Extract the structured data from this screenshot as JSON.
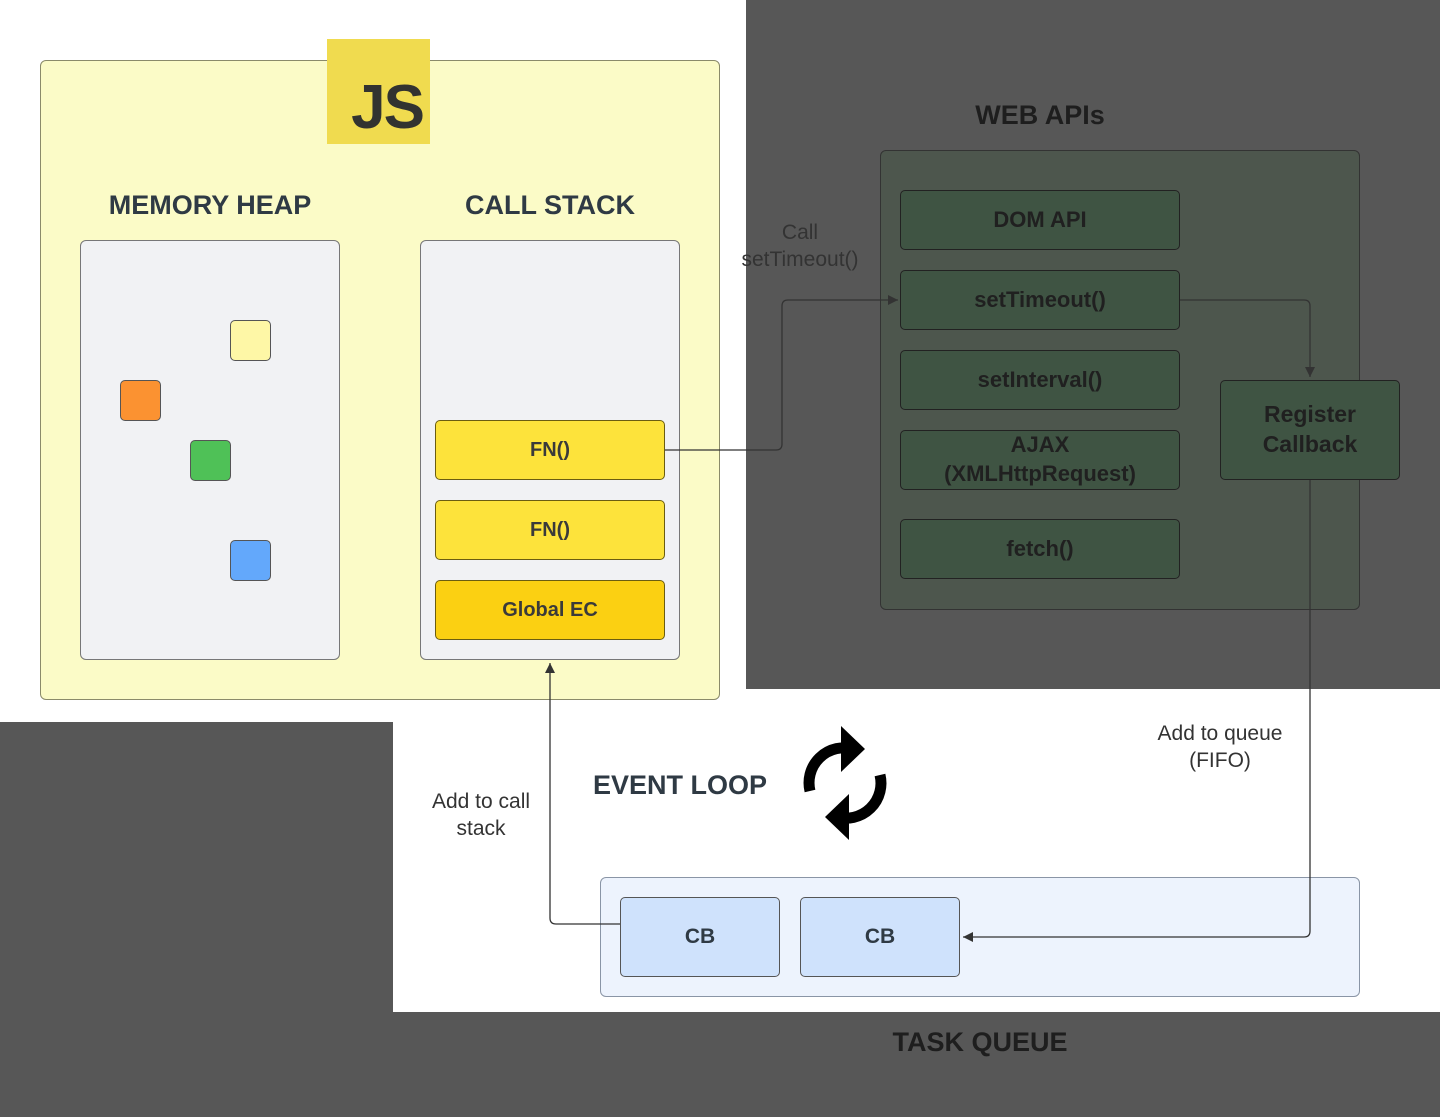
{
  "js_logo": {
    "text": "JS",
    "color": "#f0db4f"
  },
  "memory_heap": {
    "title": "MEMORY HEAP",
    "blocks": [
      {
        "name": "yellow-block",
        "color": "#fef7a6"
      },
      {
        "name": "orange-block",
        "color": "#fb9231"
      },
      {
        "name": "green-block",
        "color": "#4fc157"
      },
      {
        "name": "blue-block",
        "color": "#63a8fb"
      }
    ]
  },
  "call_stack": {
    "title": "CALL STACK",
    "frames": [
      "FN()",
      "FN()",
      "Global EC"
    ],
    "frame_colors": [
      "#fde33b",
      "#fde33b",
      "#fbd012"
    ]
  },
  "web_apis": {
    "title": "WEB APIs",
    "items": [
      "DOM API",
      "setTimeout()",
      "setInterval()",
      "AJAX\n(XMLHttpRequest)",
      "fetch()"
    ],
    "register_callback": "Register\nCallback"
  },
  "event_loop": {
    "title": "EVENT LOOP",
    "icon": "refresh-cycle-icon"
  },
  "task_queue": {
    "title": "TASK QUEUE",
    "items": [
      "CB",
      "CB"
    ]
  },
  "arrow_labels": {
    "call_settimeout": "Call\nsetTimeout()",
    "add_to_queue": "Add to queue\n(FIFO)",
    "add_to_call_stack": "Add to call\nstack"
  },
  "colors": {
    "dark_overlay": "#575757",
    "js_panel": "#fbfbc7",
    "web_api_panel": "#4d564d",
    "web_api_box": "#3f5443",
    "queue_panel": "#edf3fd",
    "cb_box": "#cfe2fc"
  }
}
